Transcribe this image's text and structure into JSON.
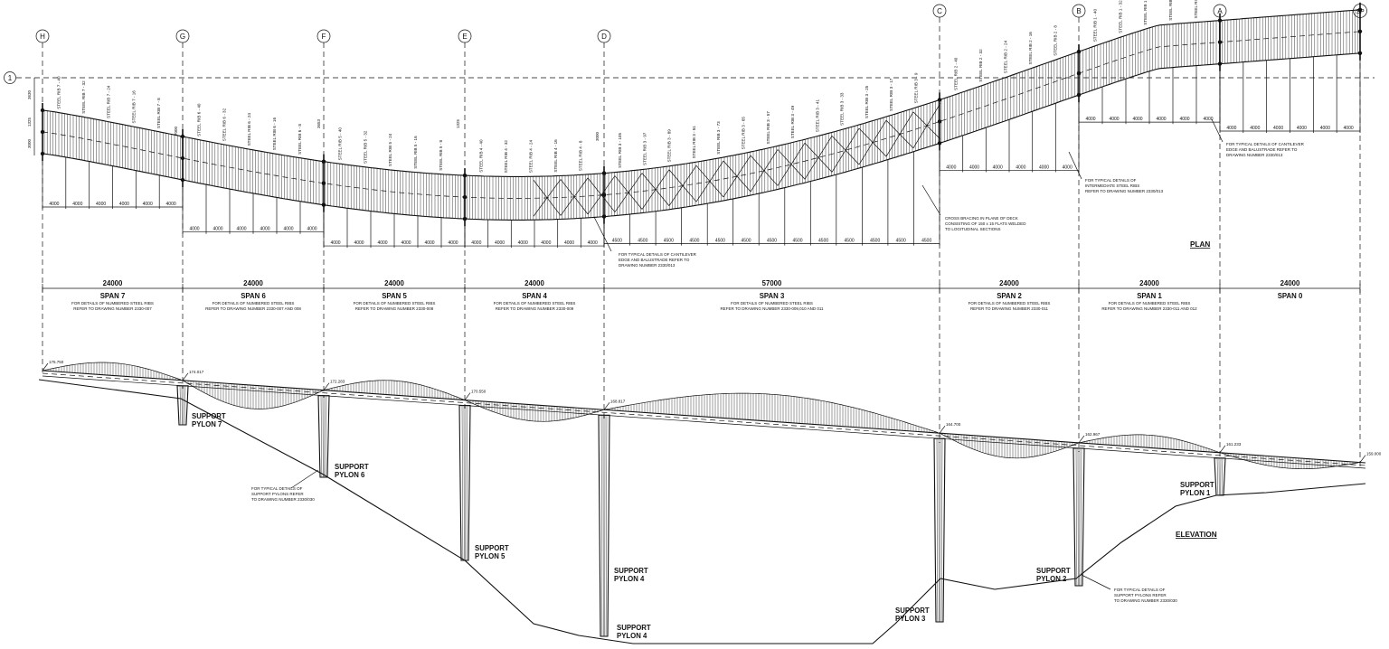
{
  "grid_labels": [
    "H",
    "G",
    "F",
    "E",
    "D",
    "C",
    "B",
    "A",
    "SP"
  ],
  "row_label": "1",
  "plan_title": "PLAN",
  "elevation_title": "ELEVATION",
  "spans": [
    {
      "length": "24000",
      "name": "SPAN 7",
      "note1": "FOR DETAILS OF NUMBERED STEEL RIBS",
      "note2": "REFER TO DRAWING NUMBER 2330-007"
    },
    {
      "length": "24000",
      "name": "SPAN 6",
      "note1": "FOR DETAILS OF NUMBERED STEEL RIBS",
      "note2": "REFER TO DRAWING NUMBER 2330-007 AND 008"
    },
    {
      "length": "24000",
      "name": "SPAN 5",
      "note1": "FOR DETAILS OF NUMBERED STEEL RIBS",
      "note2": "REFER TO DRAWING NUMBER 2330-008"
    },
    {
      "length": "24000",
      "name": "SPAN 4",
      "note1": "FOR DETAILS OF NUMBERED STEEL RIBS",
      "note2": "REFER TO DRAWING NUMBER 2330-009"
    },
    {
      "length": "57000",
      "name": "SPAN 3",
      "note1": "FOR DETAILS OF NUMBERED STEEL RIBS",
      "note2": "REFER TO DRAWING NUMBER 2330-009,010 AND 011"
    },
    {
      "length": "24000",
      "name": "SPAN 2",
      "note1": "FOR DETAILS OF NUMBERED STEEL RIBS",
      "note2": "REFER TO DRAWING NUMBER 2330-011"
    },
    {
      "length": "24000",
      "name": "SPAN 1",
      "note1": "FOR DETAILS OF NUMBERED STEEL RIBS",
      "note2": "REFER TO DRAWING NUMBER 2330-011 AND 012"
    },
    {
      "length": "24000",
      "name": "SPAN 0",
      "note1": "",
      "note2": ""
    }
  ],
  "segment_dim": "4000",
  "segment_dim_span3": "4500",
  "rib_prefixes": [
    "STEEL RIB 7",
    "STEEL RIB 6",
    "STEEL RIB 5",
    "STEEL RIB 4",
    "STEEL RIB 3",
    "STEEL RIB 2",
    "STEEL RIB 1"
  ],
  "plan_notes": {
    "cantilever_a": [
      "FOR TYPICAL DETAILS OF CANTILEVER",
      "EDGE AND BALUSTRADE REFER TO",
      "DRAWING NUMBER 2330/013"
    ],
    "cantilever_d": [
      "FOR TYPICAL DETAILS OF CANTILEVER",
      "EDGE AND BALUSTRADE REFER TO",
      "DRAWING NUMBER 2330/013"
    ],
    "intermediate": [
      "FOR TYPICAL DETAILS OF",
      "INTERMEDIATE STEEL RIBS",
      "REFER TO DRAWING NUMBER 2330/013"
    ],
    "bracing": [
      "CROSS BRACING IN PLANE OF DECK",
      "CONSISTING OF 150 x 15 FLATS WELDED",
      "TO LOGITUDINAL SECTIONS"
    ]
  },
  "levels": [
    "175.750",
    "174.017",
    "172.283",
    "170.550",
    "168.817",
    "164.700",
    "162.967",
    "161.233",
    "159.000"
  ],
  "pylons": [
    {
      "line1": "SUPPORT",
      "line2": "PYLON 7"
    },
    {
      "line1": "SUPPORT",
      "line2": "PYLON 6"
    },
    {
      "line1": "SUPPORT",
      "line2": "PYLON 5"
    },
    {
      "line1": "SUPPORT",
      "line2": "PYLON 4"
    },
    {
      "line1": "SUPPORT",
      "line2": "PYLON 3"
    },
    {
      "line1": "SUPPORT",
      "line2": "PYLON 2"
    },
    {
      "line1": "SUPPORT",
      "line2": "PYLON 1"
    }
  ],
  "pylon4_base": {
    "line1": "SUPPORT",
    "line2": "PYLON 4"
  },
  "pylon_notes": {
    "left": [
      "FOR TYPICAL DETAILS OF",
      "SUPPORT PYLONS REFER",
      "TO DRAWING NUMBER 2330/030"
    ],
    "right": [
      "FOR TYPICAL DETAILS OF",
      "SUPPORT PYLONS REFER",
      "TO DRAWING NUMBER 2330/030"
    ]
  },
  "plan_small_dims": [
    "3630",
    "1325",
    "3000",
    "7000",
    "3653",
    "1325",
    "3000"
  ]
}
